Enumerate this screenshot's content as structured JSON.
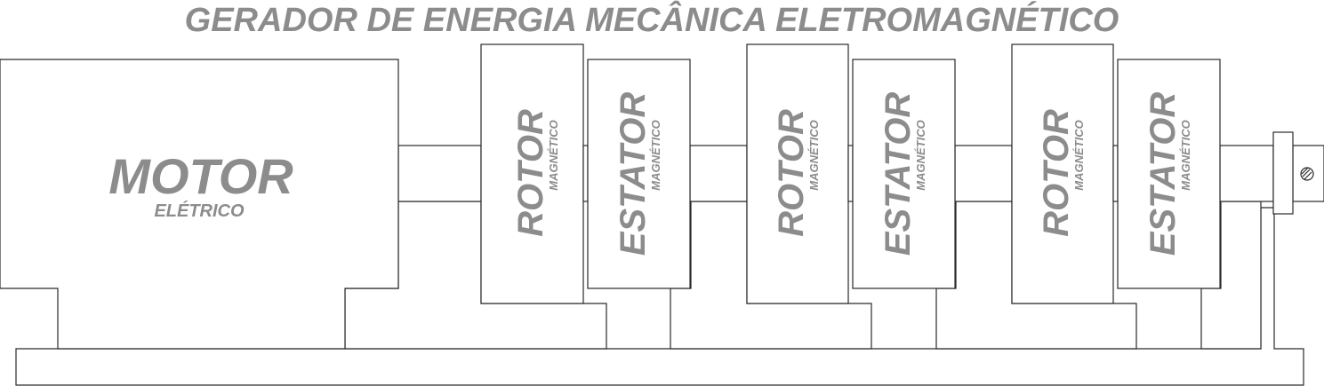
{
  "title": "GERADOR DE ENERGIA MECÂNICA ELETROMAGNÉTICO",
  "motor": {
    "label": "MOTOR",
    "sublabel": "ELÉTRICO"
  },
  "rotor": {
    "label": "ROTOR",
    "sublabel": "MAGNÉTICO"
  },
  "stator": {
    "label": "ESTATOR",
    "sublabel": "MAGNÉTICO"
  },
  "colors": {
    "text": "#8c8c8c",
    "line": "#2a2a2a",
    "background": "#ffffff"
  }
}
